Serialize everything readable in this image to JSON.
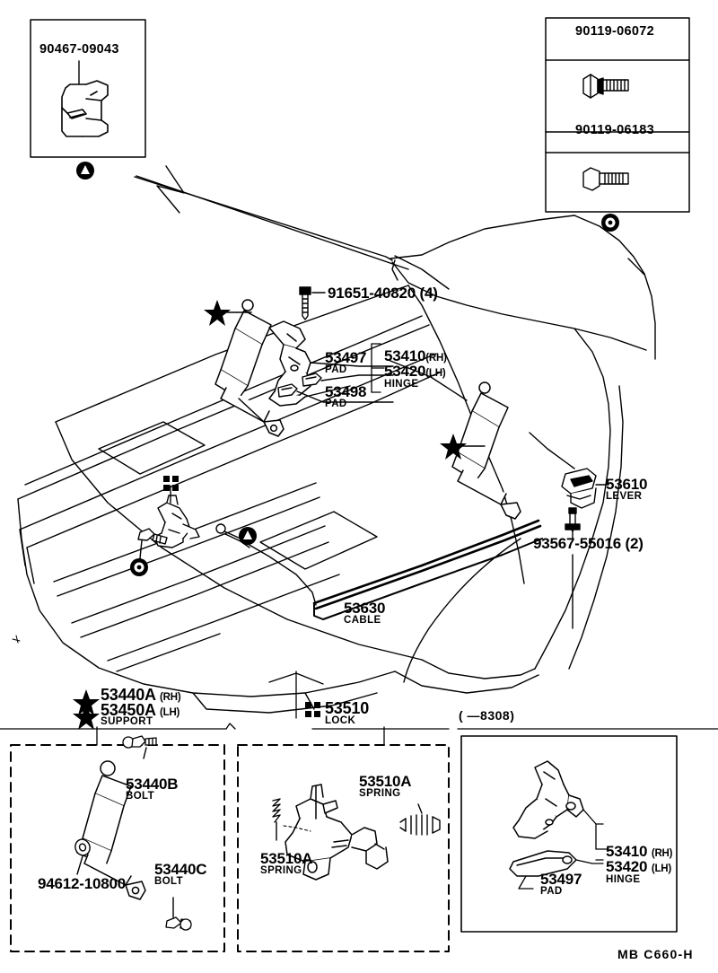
{
  "diagram": {
    "footer_code": "MB C660-H",
    "date_range_note": "(     —8308)"
  },
  "inset_boxes": {
    "top_left": {
      "part_number": "90467-09043",
      "marker": "triangle-in-circle"
    },
    "top_right": {
      "rows": [
        {
          "part_number": "90119-06072"
        },
        {
          "part_number": "90119-06183"
        }
      ],
      "marker": "ring-in-circle"
    },
    "bottom_left": {
      "labels": [
        {
          "number": "53440B",
          "name": "BOLT"
        },
        {
          "number": "53440C",
          "name": "BOLT"
        },
        {
          "number": "94612-10800",
          "name": ""
        }
      ]
    },
    "bottom_center": {
      "labels": [
        {
          "number": "53510A",
          "name": "SPRING"
        },
        {
          "number": "53510A",
          "name": "SPRING"
        }
      ]
    },
    "bottom_right": {
      "labels": [
        {
          "number": "53410",
          "side": "(RH)",
          "name": ""
        },
        {
          "number": "53420",
          "side": "(LH)",
          "name": "HINGE"
        },
        {
          "number": "53497",
          "side": "",
          "name": "PAD"
        }
      ]
    }
  },
  "main_callouts": {
    "bolt_4x": "91651-40820 (4)",
    "pad_53497": {
      "number": "53497",
      "name": "PAD"
    },
    "pad_53498": {
      "number": "53498",
      "name": "PAD"
    },
    "hinge_rh": {
      "number": "53410",
      "side": "(RH)"
    },
    "hinge_lh": {
      "number": "53420",
      "side": "(LH)",
      "name": "HINGE"
    },
    "lever": {
      "number": "53610",
      "name": "LEVER"
    },
    "screw_2x": "93567-55016 (2)",
    "cable": {
      "number": "53630",
      "name": "CABLE"
    }
  },
  "group_labels": {
    "support": {
      "rh": {
        "number": "53440A",
        "side": "(RH)"
      },
      "lh": {
        "number": "53450A",
        "side": "(LH)"
      },
      "name": "SUPPORT",
      "marker": "star"
    },
    "lock": {
      "number": "53510",
      "name": "LOCK",
      "marker": "four-squares"
    }
  },
  "markers": {
    "star": "star-marker",
    "four_squares": "four-squares-marker",
    "triangle_circle": "triangle-in-circle-marker",
    "ring_circle": "ring-in-circle-marker"
  }
}
